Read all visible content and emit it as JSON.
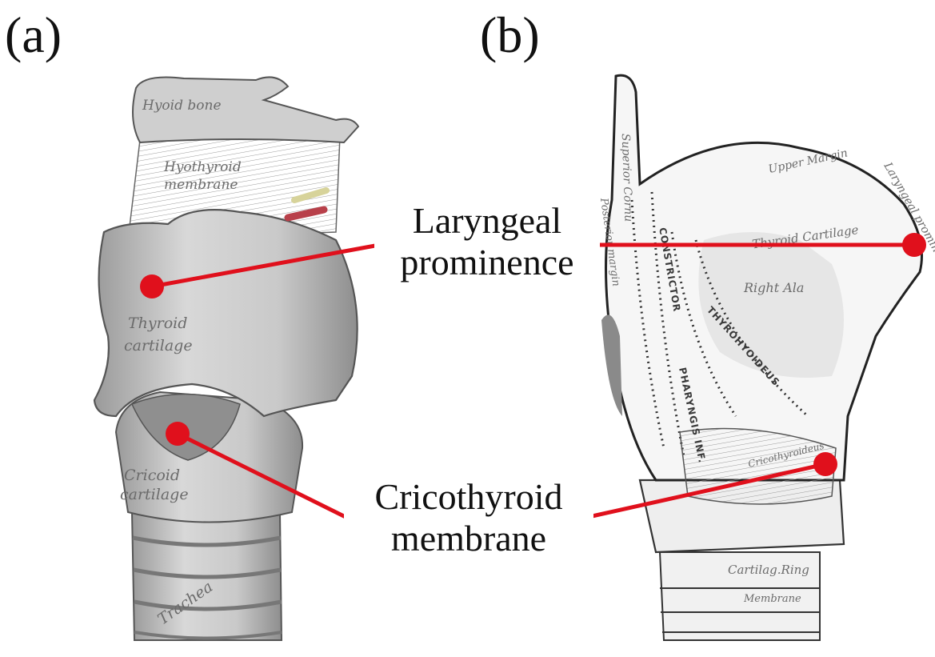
{
  "panels": {
    "a": {
      "label": "(a)",
      "structure_labels": {
        "hyoid_bone": "Hyoid bone",
        "hyothyroid_line1": "Hyothyroid",
        "hyothyroid_line2": "membrane",
        "thyroid_line1": "Thyroid",
        "thyroid_line2": "cartilage",
        "cricoid_line1": "Cricoid",
        "cricoid_line2": "cartilage",
        "trachea": "Trachea"
      }
    },
    "b": {
      "label": "(b)",
      "structure_labels": {
        "superior_cornu": "Superior Cornu",
        "upper_margin": "Upper Margin",
        "laryngeal_notch": "Laryngeal prominence",
        "thyroid_cartilage": "Thyroid Cartilage",
        "right_ala": "Right Ala",
        "posterior_margin": "Posterior margin",
        "constrictor": "CONSTRICTOR",
        "thyrohyoideus": "THYROHYOIDEUS",
        "pharyngis": "PHARYNGIS INF.",
        "cricothyroideus": "Cricothyroideus",
        "cartilag_ring": "Cartilag.Ring",
        "membrane": "Membrane"
      }
    }
  },
  "callouts": {
    "laryngeal_line1": "Laryngeal",
    "laryngeal_line2": "prominence",
    "cricothyroid_line1": "Cricothyroid",
    "cricothyroid_line2": "membrane"
  },
  "colors": {
    "marker": "#e0101c",
    "ink": "#222222",
    "cartilage_fill": "#d9d9d9",
    "cartilage_shade": "#a8a8a8"
  }
}
